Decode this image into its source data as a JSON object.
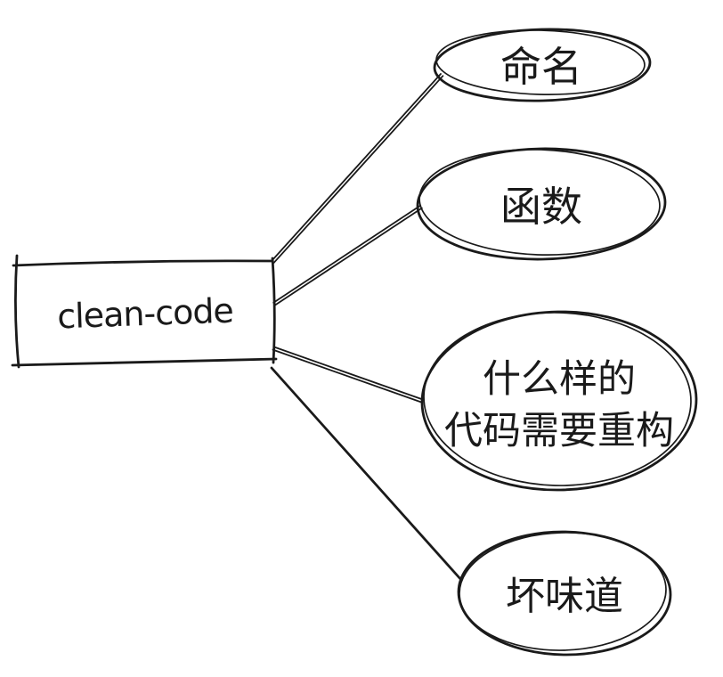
{
  "diagram": {
    "type": "mindmap",
    "root": {
      "label": "clean-code"
    },
    "branches": [
      {
        "id": "naming",
        "label": "命名"
      },
      {
        "id": "functions",
        "label": "函数"
      },
      {
        "id": "refactor-candidates",
        "lines": [
          "什么样的",
          "代码需要重构"
        ]
      },
      {
        "id": "code-smells",
        "label": "坏味道"
      }
    ],
    "edges": [
      {
        "from": "clean-code",
        "to": "命名"
      },
      {
        "from": "clean-code",
        "to": "函数"
      },
      {
        "from": "clean-code",
        "to": "什么样的代码需要重构"
      },
      {
        "from": "clean-code",
        "to": "坏味道"
      }
    ],
    "colors": {
      "ink": "#1a1a1a",
      "background": "#ffffff"
    }
  }
}
